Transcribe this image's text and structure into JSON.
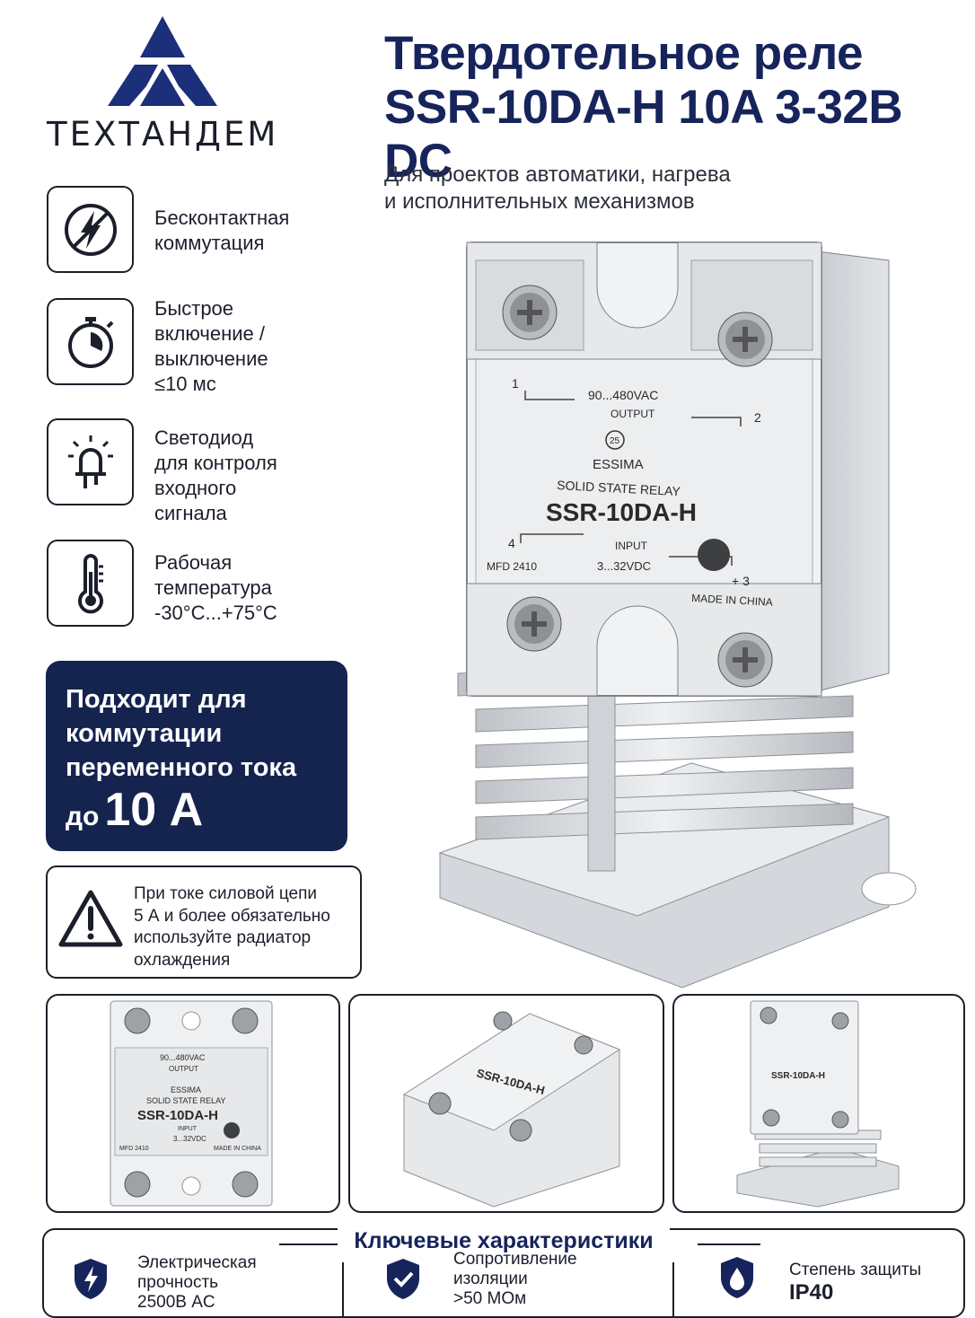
{
  "brand": {
    "name": "ТЕХТАНДЕМ"
  },
  "product": {
    "title_line1": "Твердотельное реле",
    "title_line2": "SSR-10DA-H 10A 3-32В DC",
    "subtitle_line1": "Для проектов автоматики, нагрева",
    "subtitle_line2": "и исполнительных механизмов"
  },
  "features": [
    {
      "icon": "lightning-circle-icon",
      "lines": [
        "Бесконтактная",
        "коммутация"
      ]
    },
    {
      "icon": "stopwatch-icon",
      "lines": [
        "Быстрое",
        "включение /",
        "выключение",
        "≤10 мс"
      ]
    },
    {
      "icon": "led-icon",
      "lines": [
        "Светодиод",
        "для контроля",
        "входного",
        "сигнала"
      ]
    },
    {
      "icon": "thermometer-icon",
      "lines": [
        "Рабочая",
        "температура",
        "-30°C...+75°C"
      ]
    }
  ],
  "fit_box": {
    "line1": "Подходит для",
    "line2": "коммутации",
    "line3": "переменного тока",
    "prefix": "до",
    "value": "10 А"
  },
  "warning": {
    "icon": "warning-triangle-icon",
    "lines": [
      "При токе силовой цепи",
      "5 А и более обязательно",
      "используйте радиатор",
      "охлаждения"
    ]
  },
  "relay_label": {
    "output_voltage": "90...480VAC",
    "output": "OUTPUT",
    "brand": "ESSIMA",
    "type": "SOLID STATE RELAY",
    "model": "SSR-10DA-H",
    "input": "INPUT",
    "input_voltage": "3...32VDC",
    "mfd": "MFD 2410",
    "origin": "MADE IN CHINA",
    "badge": "25",
    "pin1": "1",
    "pin2": "2",
    "pin3": "+ 3",
    "pin4": "4"
  },
  "key_characteristics": {
    "title": "Ключевые характеристики",
    "items": [
      {
        "icon": "shield-lightning-icon",
        "lines": [
          "Электрическая",
          "прочность",
          "2500В AC"
        ]
      },
      {
        "icon": "shield-check-icon",
        "lines": [
          "Сопротивление",
          "изоляции",
          ">50 МОм"
        ]
      },
      {
        "icon": "drop-icon",
        "lines": [
          "Степень защиты",
          "IP40"
        ]
      }
    ]
  },
  "colors": {
    "navy": "#15234f",
    "title": "#16245b",
    "border": "#1b1f2b"
  }
}
